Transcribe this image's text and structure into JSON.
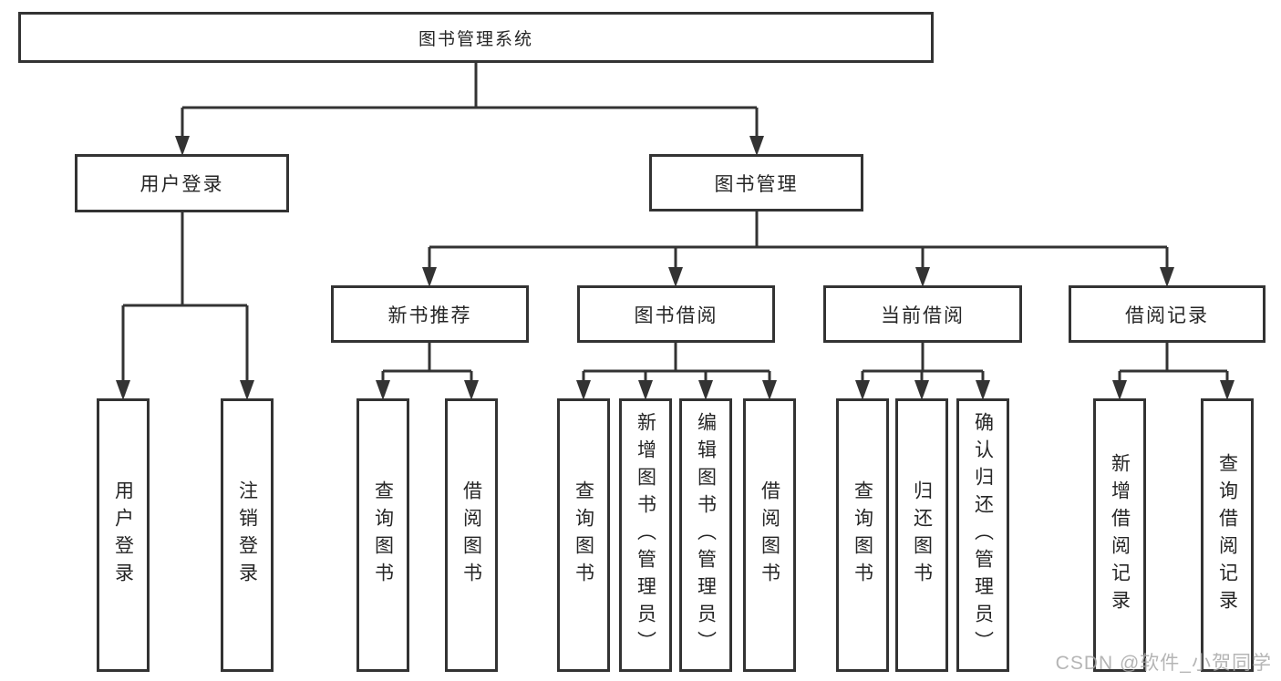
{
  "diagram": {
    "title": "图书管理系统",
    "type": "hierarchy-tree"
  },
  "colors": {
    "line": "#333333",
    "border": "#333333",
    "text": "#262626",
    "background": "#ffffff",
    "watermark": "#a8a8a8"
  },
  "nodes": {
    "root": {
      "label": "图书管理系统"
    },
    "user_login": {
      "label": "用户登录"
    },
    "book_mgmt": {
      "label": "图书管理"
    },
    "new_book_rec": {
      "label": "新书推荐"
    },
    "book_borrow": {
      "label": "图书借阅"
    },
    "current_borrow": {
      "label": "当前借阅"
    },
    "borrow_records": {
      "label": "借阅记录"
    },
    "login_user": {
      "label": "用户登录"
    },
    "login_logout": {
      "label": "注销登录"
    },
    "rec_query": {
      "label": "查询图书"
    },
    "rec_borrow": {
      "label": "借阅图书"
    },
    "bb_query": {
      "label": "查询图书"
    },
    "bb_add": {
      "label": "新增图书（管理员）"
    },
    "bb_edit": {
      "label": "编辑图书（管理员）"
    },
    "bb_borrow": {
      "label": "借阅图书"
    },
    "cb_query": {
      "label": "查询图书"
    },
    "cb_return": {
      "label": "归还图书"
    },
    "cb_confirm": {
      "label": "确认归还（管理员）"
    },
    "br_add": {
      "label": "新增借阅记录"
    },
    "br_query": {
      "label": "查询借阅记录"
    }
  },
  "edges": [
    {
      "from": "root",
      "to": "user_login"
    },
    {
      "from": "root",
      "to": "book_mgmt"
    },
    {
      "from": "user_login",
      "to": "login_user"
    },
    {
      "from": "user_login",
      "to": "login_logout"
    },
    {
      "from": "book_mgmt",
      "to": "new_book_rec"
    },
    {
      "from": "book_mgmt",
      "to": "book_borrow"
    },
    {
      "from": "book_mgmt",
      "to": "current_borrow"
    },
    {
      "from": "book_mgmt",
      "to": "borrow_records"
    },
    {
      "from": "new_book_rec",
      "to": "rec_query"
    },
    {
      "from": "new_book_rec",
      "to": "rec_borrow"
    },
    {
      "from": "book_borrow",
      "to": "bb_query"
    },
    {
      "from": "book_borrow",
      "to": "bb_add"
    },
    {
      "from": "book_borrow",
      "to": "bb_edit"
    },
    {
      "from": "book_borrow",
      "to": "bb_borrow"
    },
    {
      "from": "current_borrow",
      "to": "cb_query"
    },
    {
      "from": "current_borrow",
      "to": "cb_return"
    },
    {
      "from": "current_borrow",
      "to": "cb_confirm"
    },
    {
      "from": "borrow_records",
      "to": "br_add"
    },
    {
      "from": "borrow_records",
      "to": "br_query"
    }
  ],
  "watermark": {
    "text": "CSDN @软件_小贺同学"
  }
}
